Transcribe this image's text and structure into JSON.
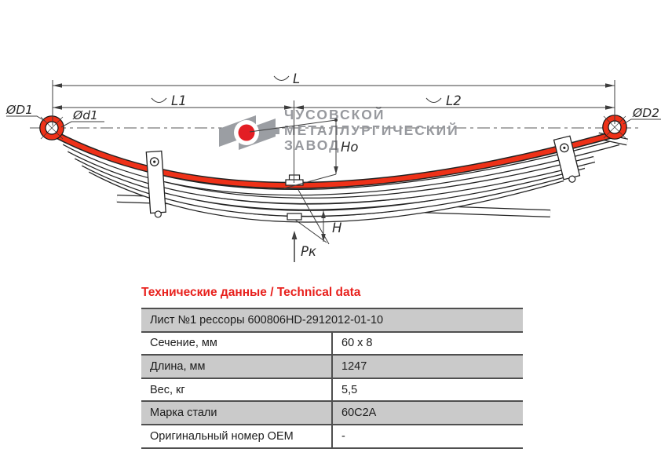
{
  "drawing": {
    "dimension_labels": {
      "overall_length": "L",
      "front_length": "L1",
      "rear_length": "L2",
      "front_eye_outer": "ØD1",
      "front_eye_inner": "Ød1",
      "rear_eye_outer": "ØD2",
      "free_camber": "Ho",
      "loaded_camber": "H",
      "load_force": "Рк"
    },
    "colors": {
      "main_leaf_red": "#ee3118",
      "line_color": "#3d3d3d"
    }
  },
  "logo": {
    "line1": "ЧУСОВСКОЙ",
    "line2": "МЕТАЛЛУРГИЧЕСКИЙ",
    "line3": "ЗАВОД",
    "text_color": "#97999e",
    "dot_color": "#e31e24"
  },
  "table": {
    "title": "Технические данные / Technical data",
    "title_color": "#e8211d",
    "item_row": "Лист №1 рессоры 600806HD-2912012-01-10",
    "rows": [
      {
        "label": "Сечение, мм",
        "value": "60 x 8"
      },
      {
        "label": "Длина, мм",
        "value": "1247"
      },
      {
        "label": "Вес, кг",
        "value": "5,5"
      },
      {
        "label": "Марка стали",
        "value": "60С2А"
      },
      {
        "label": "Оригинальный номер OEM",
        "value": "-"
      }
    ]
  }
}
